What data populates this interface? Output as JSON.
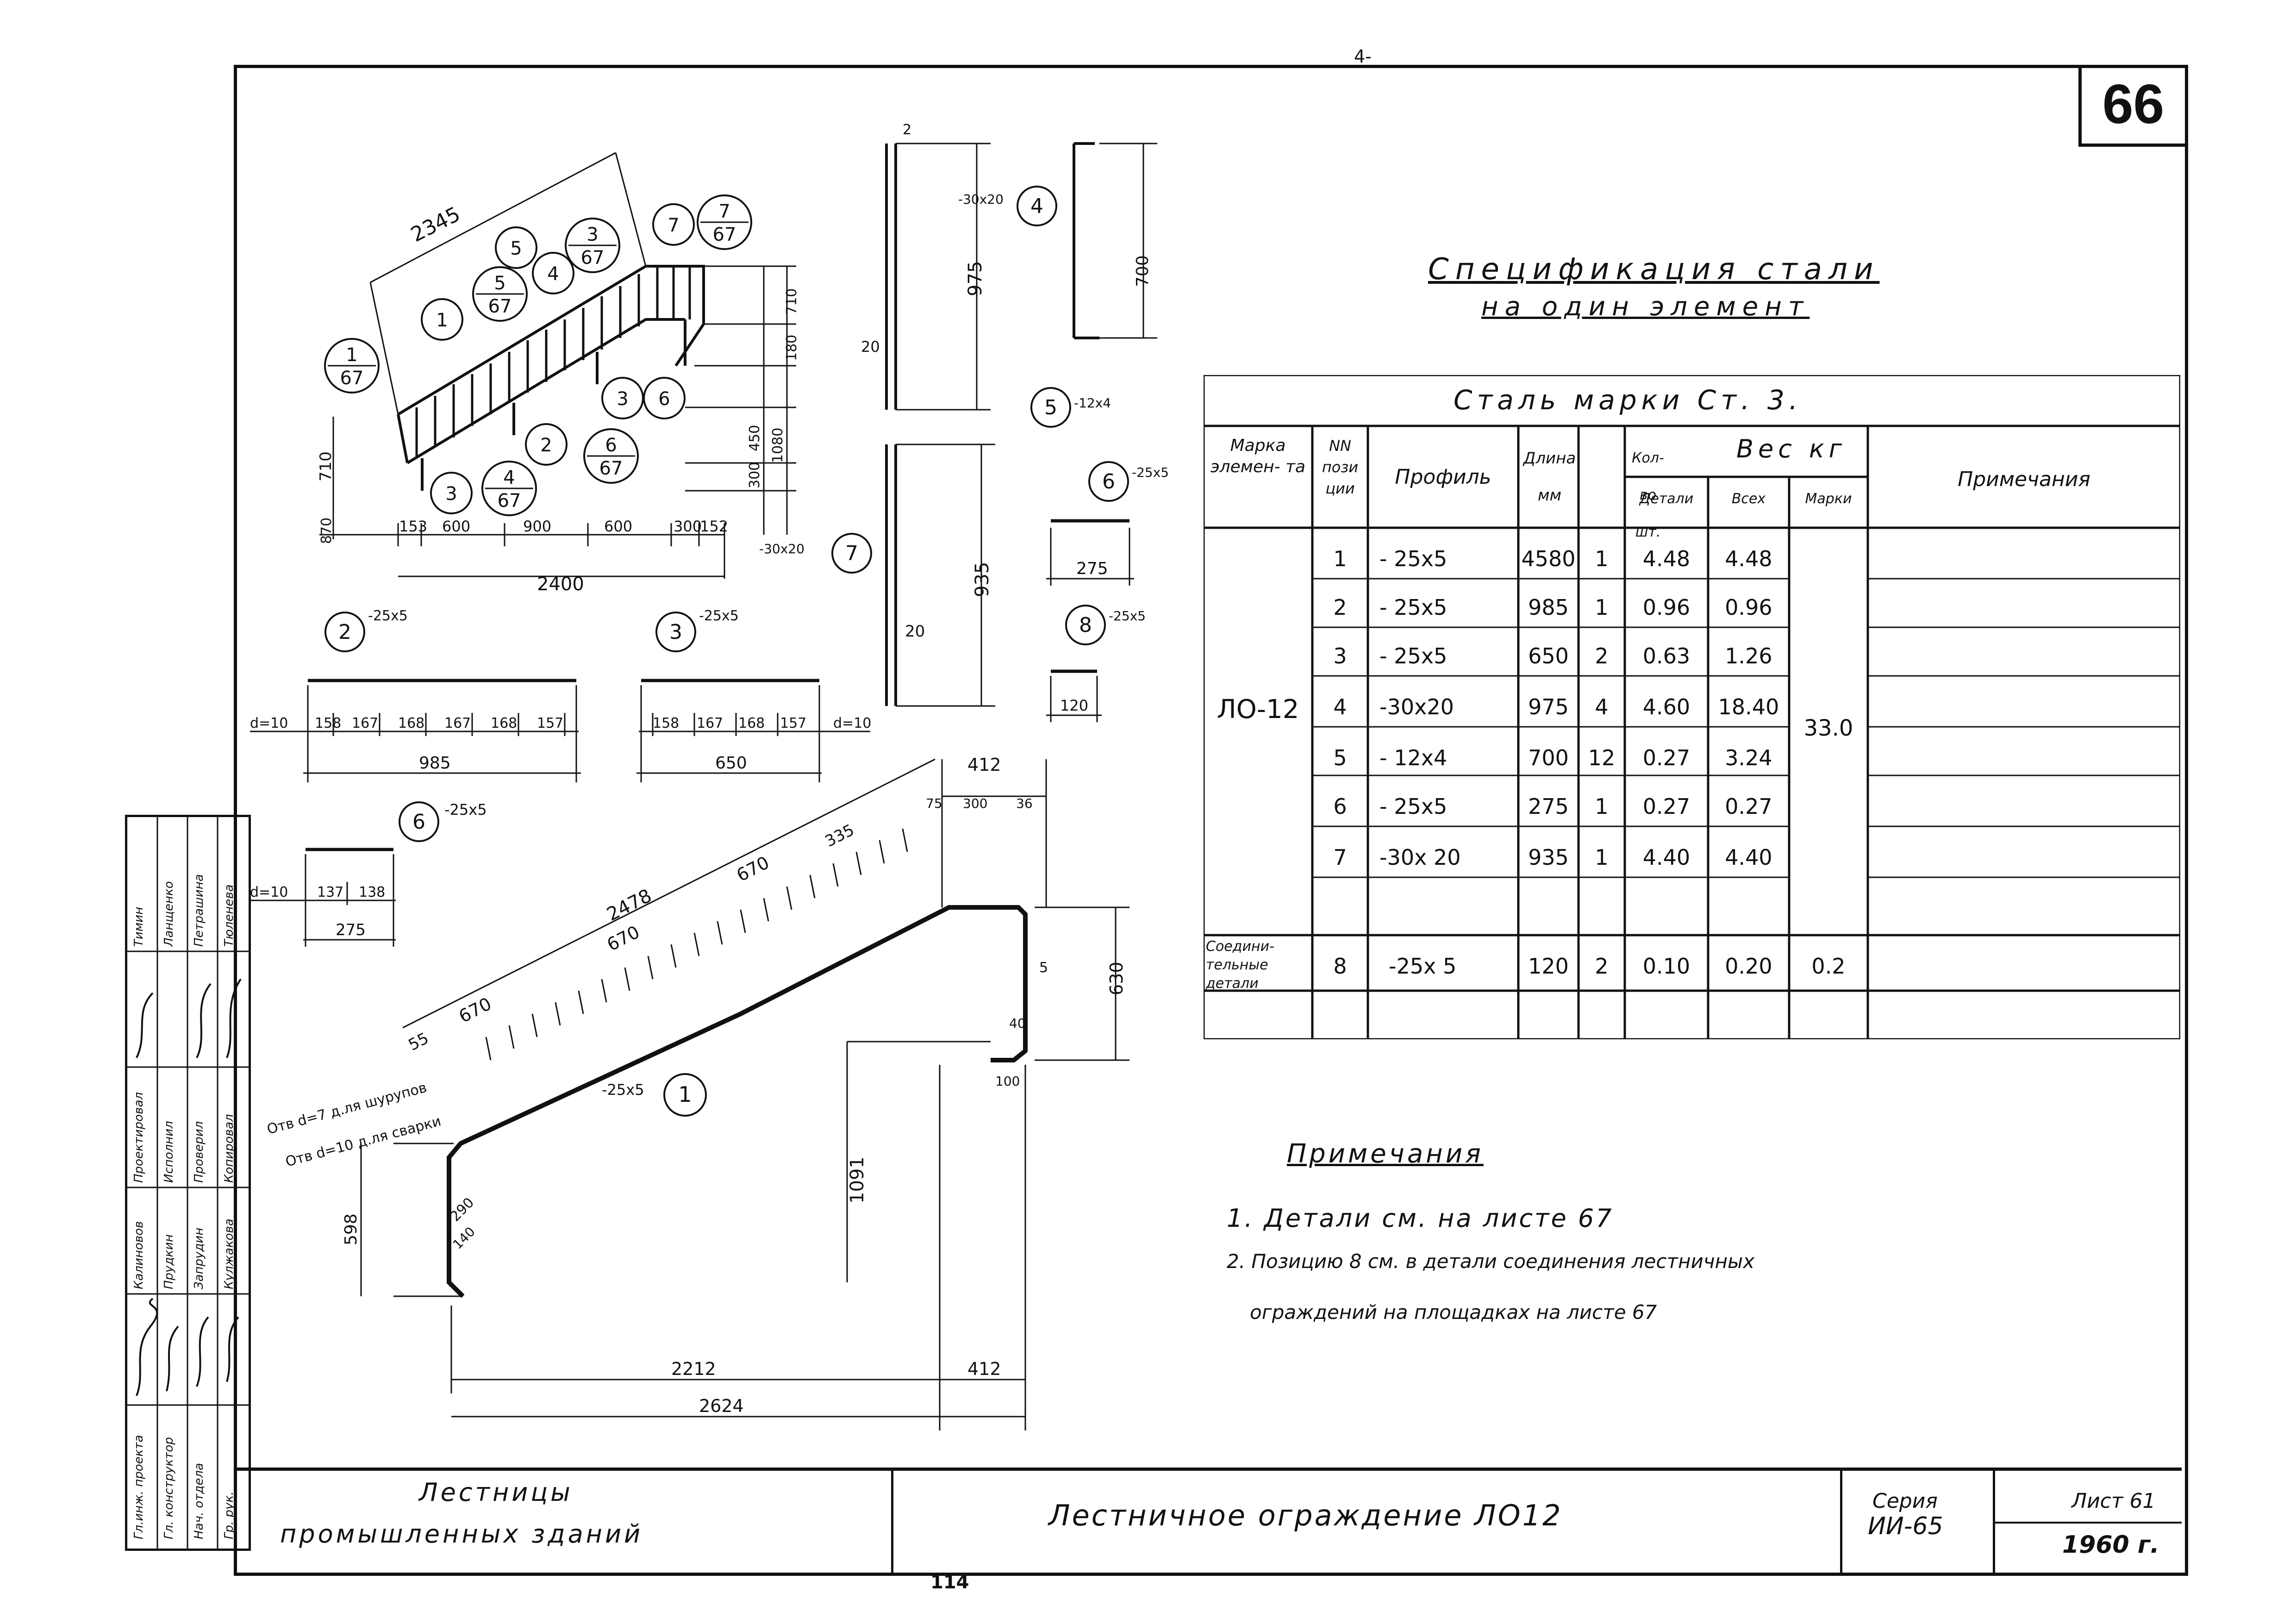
{
  "sheet_number": "66",
  "top_mark": "4-",
  "spec": {
    "title_line1": "Спецификация стали",
    "title_line2": "на один элемент",
    "steel_grade": "Сталь марки Ст. 3.",
    "headers": {
      "mark": "Марка элемен- та",
      "pos": "NN пози ции",
      "profile": "Профиль",
      "length": "Длина мм",
      "qty": "Кол-во шт.",
      "weight": "Вес кг",
      "w_detail": "Детали",
      "w_all": "Всех",
      "w_mark": "Марки",
      "notes": "Примечания"
    },
    "element_mark": "ЛО-12",
    "element_total": "33.0",
    "rows": [
      {
        "pos": "1",
        "profile": "- 25x5",
        "length": "4580",
        "qty": "1",
        "w_detail": "4.48",
        "w_all": "4.48"
      },
      {
        "pos": "2",
        "profile": "- 25x5",
        "length": "985",
        "qty": "1",
        "w_detail": "0.96",
        "w_all": "0.96"
      },
      {
        "pos": "3",
        "profile": "- 25x5",
        "length": "650",
        "qty": "2",
        "w_detail": "0.63",
        "w_all": "1.26"
      },
      {
        "pos": "4",
        "profile": "-30x20",
        "length": "975",
        "qty": "4",
        "w_detail": "4.60",
        "w_all": "18.40"
      },
      {
        "pos": "5",
        "profile": "- 12x4",
        "length": "700",
        "qty": "12",
        "w_detail": "0.27",
        "w_all": "3.24"
      },
      {
        "pos": "6",
        "profile": "- 25x5",
        "length": "275",
        "qty": "1",
        "w_detail": "0.27",
        "w_all": "0.27"
      },
      {
        "pos": "7",
        "profile": "-30x 20",
        "length": "935",
        "qty": "1",
        "w_detail": "4.40",
        "w_all": "4.40"
      }
    ],
    "conn_mark": "Соедини- тельные детали",
    "conn_row": {
      "pos": "8",
      "profile": "-25x 5",
      "length": "120",
      "qty": "2",
      "w_detail": "0.10",
      "w_all": "0.20",
      "w_mark": "0.2"
    }
  },
  "notes": {
    "title": "Примечания",
    "line1": "1. Детали см. на листе 67",
    "line2": "2. Позицию 8 см. в детали соединения лестничных",
    "line3": "ограждений на площадках на листе 67"
  },
  "drawing_labels": {
    "d2345": "2345",
    "d2400": "2400",
    "d710a": "710",
    "d870": "870",
    "bottom_dims": [
      "153",
      "600",
      "900",
      "600",
      "300",
      "152"
    ],
    "right_dims": [
      "710",
      "180",
      "1080",
      "450",
      "300"
    ],
    "c1": "1",
    "c1_67": "1/67",
    "c2": "2",
    "c3": "3",
    "c3b": "3",
    "c4": "4",
    "c5": "5",
    "c5_67": "5/67",
    "c3_67": "3/67",
    "c4_67": "4/67",
    "c6": "6",
    "c6_67": "6/67",
    "c7": "7",
    "c7_67": "7/67",
    "p4": "4",
    "p4_prof": "-30x20",
    "p4_len": "975",
    "p4_20": "20",
    "p4_2": "2",
    "p5": "5",
    "p5_prof": "-12x4",
    "p5_len": "700",
    "p7": "7",
    "p7_prof": "-30x20",
    "p7_len": "935",
    "p7_20": "20",
    "p6": "6",
    "p6_prof": "-25x5",
    "p6_len": "275",
    "p8": "8",
    "p8_prof": "-25x5",
    "p8_len": "120",
    "p2": "2",
    "p2_prof": "-25x5",
    "p2_dims": [
      "158",
      "167",
      "168",
      "167",
      "168",
      "157"
    ],
    "p2_len": "985",
    "p2_d": "d=10",
    "p3": "3",
    "p3_prof": "-25x5",
    "p3_dims": [
      "158",
      "167",
      "168",
      "157"
    ],
    "p3_len": "650",
    "p3_d": "d=10",
    "p6b": "6",
    "p6b_prof": "-25x5",
    "p6b_dims": [
      "137",
      "138"
    ],
    "p6b_len": "275",
    "p6b_d": "d=10",
    "big_1": "1",
    "big_prof": "-25x5",
    "big_2478": "2478",
    "big_670a": "670",
    "big_670b": "670",
    "big_670c": "670",
    "big_335": "335",
    "big_55": "55",
    "big_412a": "412",
    "big_75": "75",
    "big_300": "300",
    "big_36": "36",
    "big_630": "630",
    "big_1091": "1091",
    "big_598": "598",
    "big_2212": "2212",
    "big_412b": "412",
    "big_2624": "2624",
    "big_100": "100",
    "big_40": "40",
    "big_holes1": "Отв d=7 д.ля шурупов",
    "big_holes2": "Отв d=10 д.ля сварки",
    "big_290": "290",
    "big_140": "140",
    "big_5": "5"
  },
  "stamp": {
    "roles": [
      "Гл.инж. проекта",
      "Гл. конструктор",
      "Нач. отдела",
      "Гр. рук."
    ],
    "col1": [
      "Калиновов",
      "Прудкин",
      "Запрудин",
      "Кулжакова"
    ],
    "col2": [
      "Проектировал",
      "Исполнил",
      "Проверил",
      "Копировал"
    ],
    "col3": [
      "Тимин",
      "Ланщенко",
      "Петрашина",
      "Тюленева"
    ]
  },
  "title_block": {
    "left_line1": "Лестницы",
    "left_line2": "промышленных зданий",
    "center": "Лестничное ограждение ЛО12",
    "series_label": "Серия",
    "series": "ИИ-65",
    "sheet_label": "Лист 61",
    "year": "1960 г."
  },
  "bottom_mark": "114"
}
